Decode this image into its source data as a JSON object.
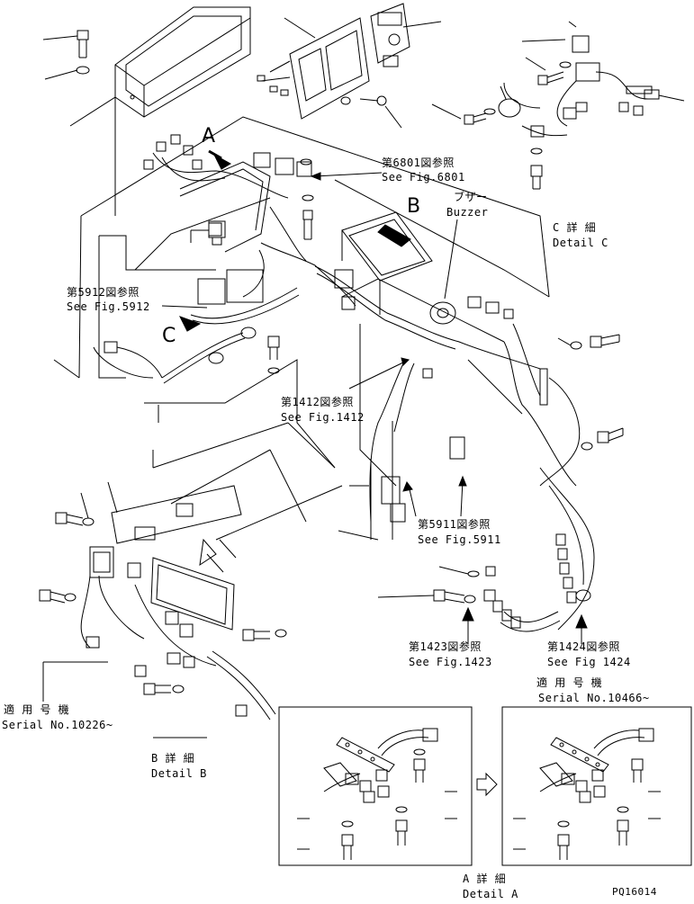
{
  "callouts": {
    "fig6801_jp": "第6801図参照",
    "fig6801_en": "See Fig.6801",
    "buzzer_jp": "ブザー",
    "buzzer_en": "Buzzer",
    "fig5912_jp": "第5912図参照",
    "fig5912_en": "See Fig.5912",
    "fig1412_jp": "第1412図参照",
    "fig1412_en": "See Fig.1412",
    "fig5911_jp": "第5911図参照",
    "fig5911_en": "See Fig.5911",
    "fig1423_jp": "第1423図参照",
    "fig1423_en": "See Fig.1423",
    "fig1424_jp": "第1424図参照",
    "fig1424_en": "See Fig 1424"
  },
  "markers": {
    "a": "A",
    "b": "B",
    "c": "C"
  },
  "details": {
    "c_jp": "C 詳 細",
    "c_en": "Detail C",
    "b_jp": "B 詳 細",
    "b_en": "Detail B",
    "a_jp": "A 詳 細",
    "a_en": "Detail A"
  },
  "serials": {
    "left_jp": "適 用 号 機",
    "left_en": "Serial No.10226~",
    "right_jp": "適 用 号 機",
    "right_en": "Serial No.10466~"
  },
  "drawing_code": "PQ16014"
}
